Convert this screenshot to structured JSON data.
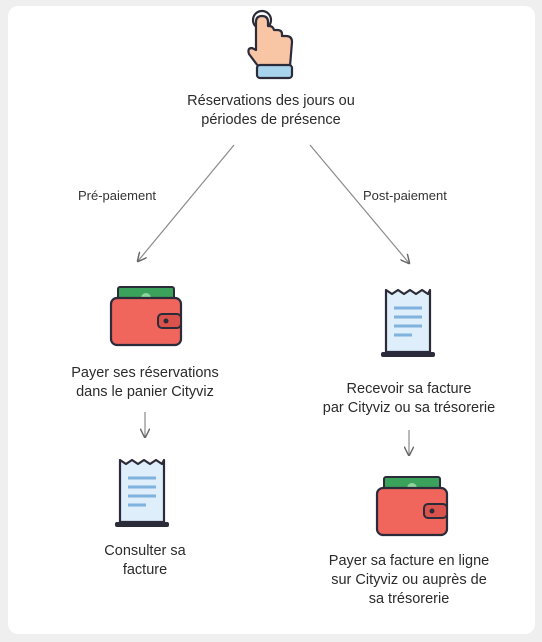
{
  "start": {
    "line1": "Réservations des jours ou",
    "line2": "périodes de présence",
    "icon": "tap-hand-icon"
  },
  "branches": {
    "left_label": "Pré-paiement",
    "right_label": "Post-paiement"
  },
  "left": {
    "step1": {
      "line1": "Payer ses réservations",
      "line2": "dans le panier Cityviz",
      "icon": "wallet-icon"
    },
    "step2": {
      "line1": "Consulter sa",
      "line2": "facture",
      "icon": "receipt-icon"
    }
  },
  "right": {
    "step1": {
      "line1": "Recevoir sa facture",
      "line2": "par Cityviz ou sa trésorerie",
      "icon": "receipt-icon"
    },
    "step2": {
      "line1": "Payer sa facture en ligne",
      "line2": "sur Cityviz ou auprès de",
      "line3": "sa trésorerie",
      "icon": "wallet-icon"
    }
  },
  "colors": {
    "wallet": "#f0655c",
    "money": "#3aa25a",
    "receipt": "#dfeefb",
    "outline": "#2b2b3a",
    "hand": "#f8c6a5",
    "cuff": "#a9d4ee"
  }
}
